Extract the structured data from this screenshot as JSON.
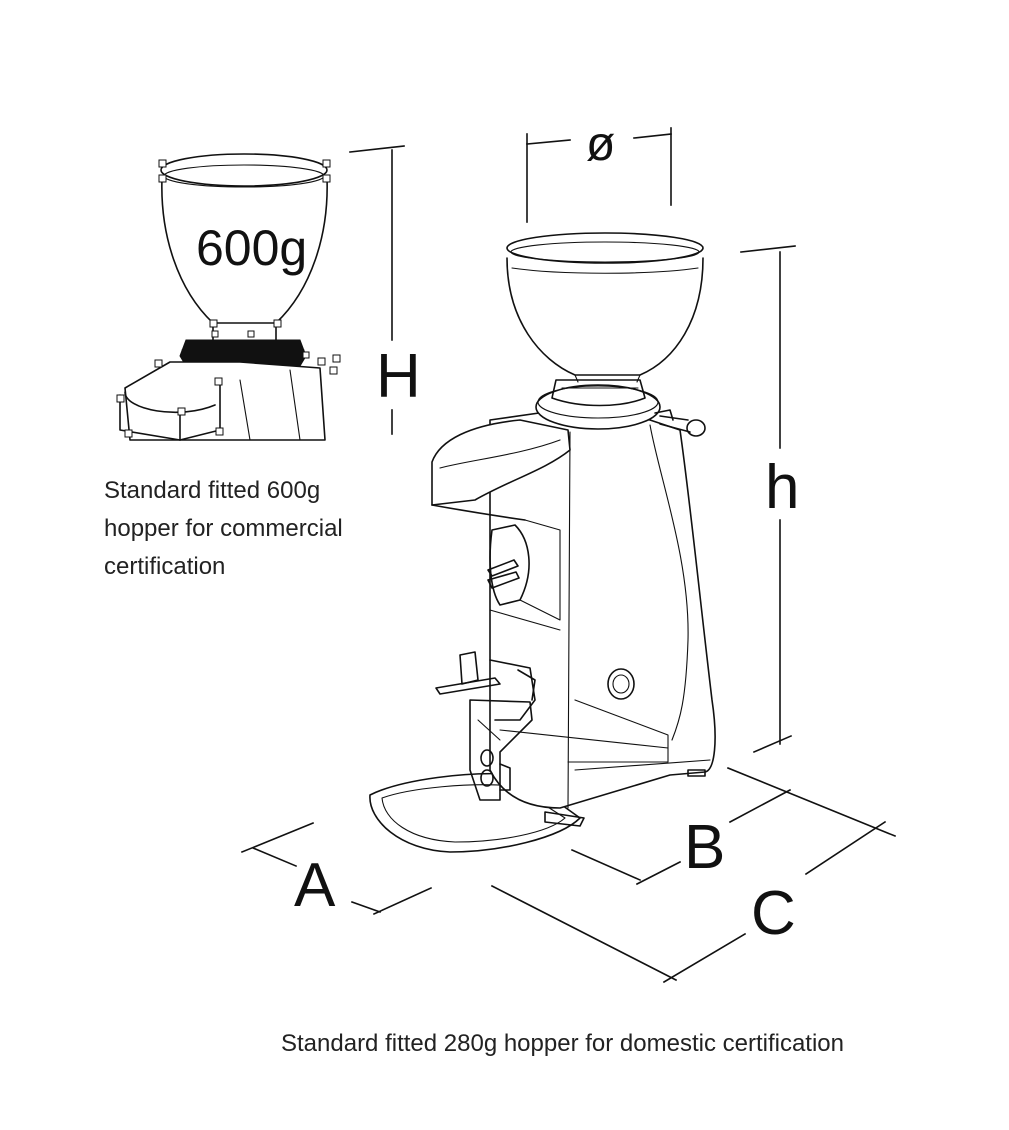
{
  "hopper_inset": {
    "capacity_label": "600g",
    "caption_lines": [
      "Standard fitted 600g",
      "hopper for commercial",
      "certification"
    ]
  },
  "dimensions": {
    "height_with_large_hopper": "H",
    "diameter": "ø",
    "height": "h",
    "width": "A",
    "depth": "B",
    "footprint": "C"
  },
  "main_caption": "Standard fitted 280g hopper for domestic certification"
}
